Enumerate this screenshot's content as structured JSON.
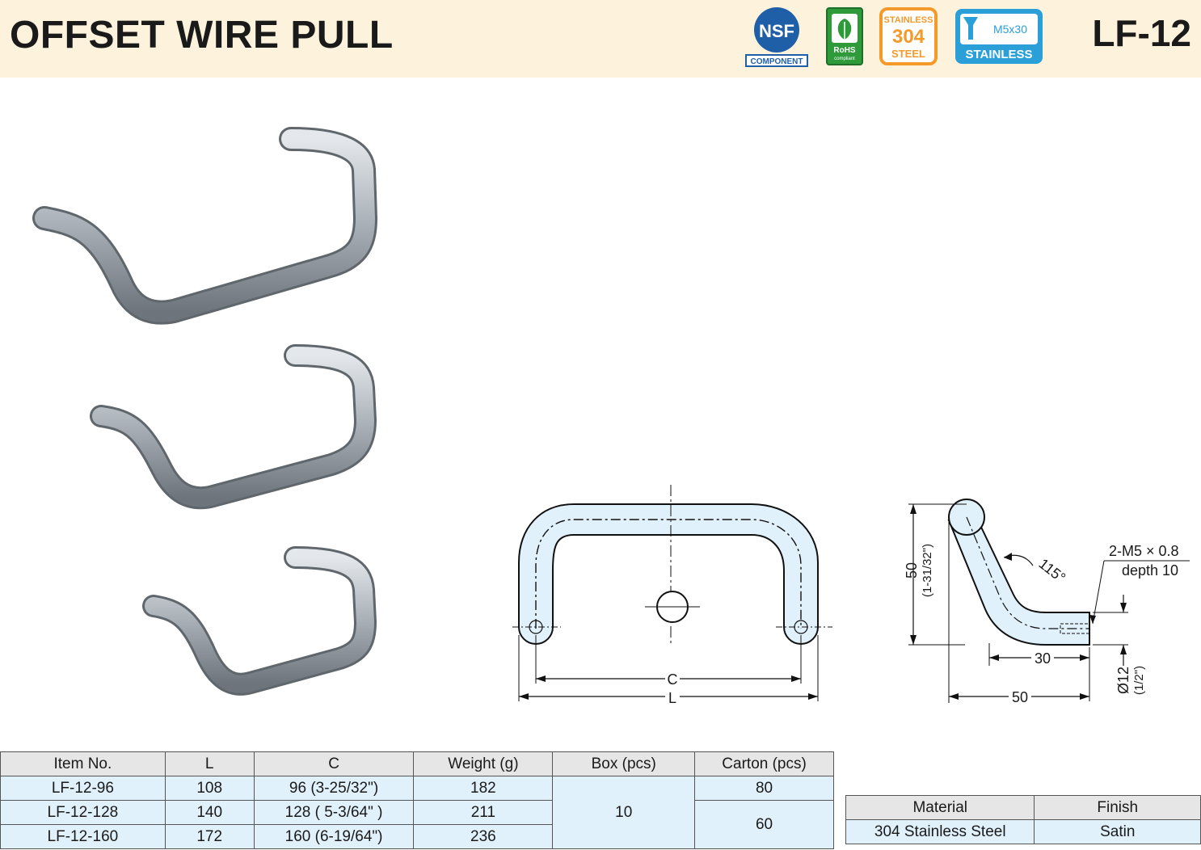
{
  "header": {
    "title": "OFFSET WIRE PULL",
    "model_code": "LF-12",
    "badges": {
      "nsf_mark": "NSF",
      "nsf_label": "COMPONENT",
      "rohs_label": "RoHS",
      "rohs_sub": "compliant",
      "steel_top": "STAINLESS",
      "steel_num": "304",
      "steel_bottom": "STEEL",
      "screw_size": "M5x30",
      "screw_label": "STAINLESS"
    }
  },
  "colors": {
    "header_bg": "#fdf3dc",
    "table_header_bg": "#e6e6e6",
    "table_cell_bg": "#e1f1fb",
    "nsf_blue": "#1f5fa8",
    "rohs_green": "#2e9a3a",
    "steel_orange": "#f39a2b",
    "screw_blue": "#2a9fd8"
  },
  "drawing": {
    "front": {
      "dim_c": "C",
      "dim_l": "L"
    },
    "side": {
      "height": "50",
      "height_inch": "(1-31/32\")",
      "angle": "115°",
      "thread": "2-M5 × 0.8",
      "depth": "depth 10",
      "offset": "30",
      "depth_total": "50",
      "diameter": "Ø12",
      "diameter_inch": "(1/2\")"
    }
  },
  "spec_table": {
    "headers": [
      "Item No.",
      "L",
      "C",
      "Weight (g)",
      "Box (pcs)",
      "Carton (pcs)"
    ],
    "rows": [
      {
        "item": "LF-12-96",
        "l": "108",
        "c": "96 (3-25/32\")",
        "weight": "182"
      },
      {
        "item": "LF-12-128",
        "l": "140",
        "c": "128 ( 5-3/64\" )",
        "weight": "211"
      },
      {
        "item": "LF-12-160",
        "l": "172",
        "c": "160 (6-19/64\")",
        "weight": "236"
      }
    ],
    "box": "10",
    "carton_1": "80",
    "carton_23": "60"
  },
  "material_table": {
    "headers": [
      "Material",
      "Finish"
    ],
    "material": "304 Stainless Steel",
    "finish": "Satin"
  }
}
